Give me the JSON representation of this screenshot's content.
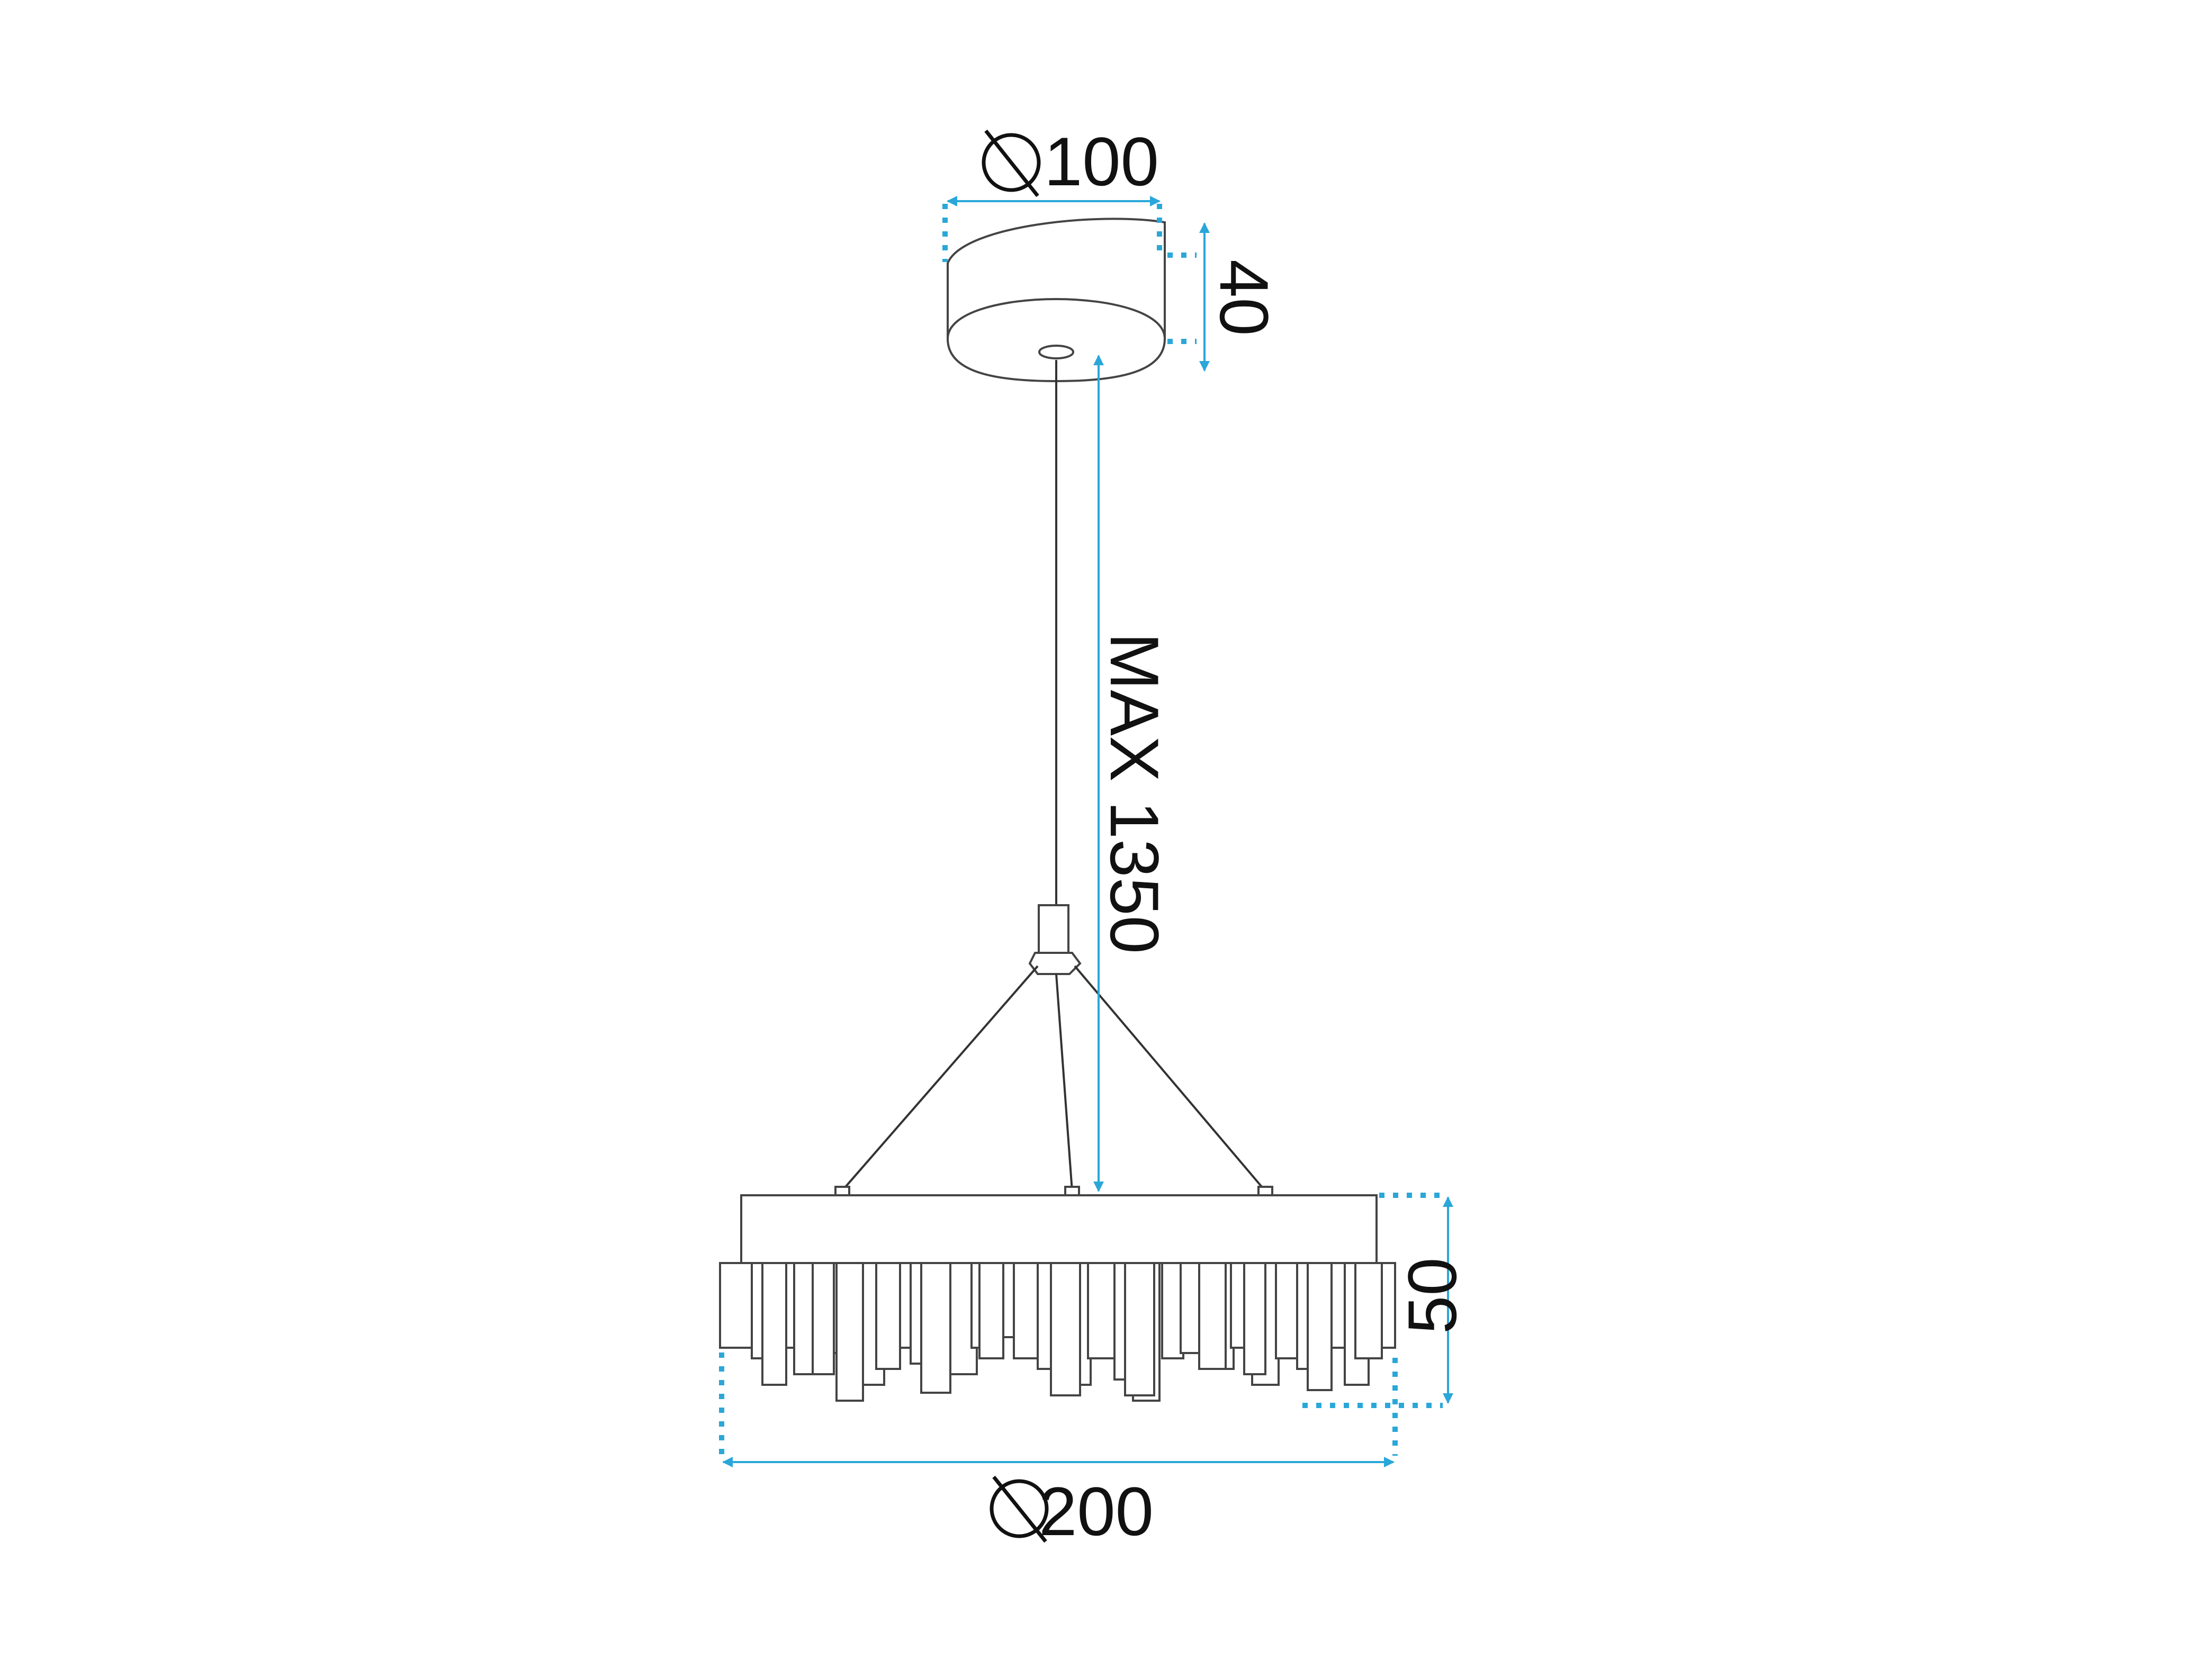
{
  "drawing": {
    "colors": {
      "dimension": "#2aa7d8",
      "outline": "#444444",
      "fill": "#ffffff",
      "text": "#111111"
    },
    "canopy_diameter": {
      "symbol": "diameter-icon",
      "value": "100"
    },
    "canopy_height": {
      "value": "40"
    },
    "max_drop": {
      "value": "MAX 1350"
    },
    "shade_height": {
      "value": "50"
    },
    "shade_diameter": {
      "symbol": "diameter-icon",
      "value": "200"
    }
  }
}
